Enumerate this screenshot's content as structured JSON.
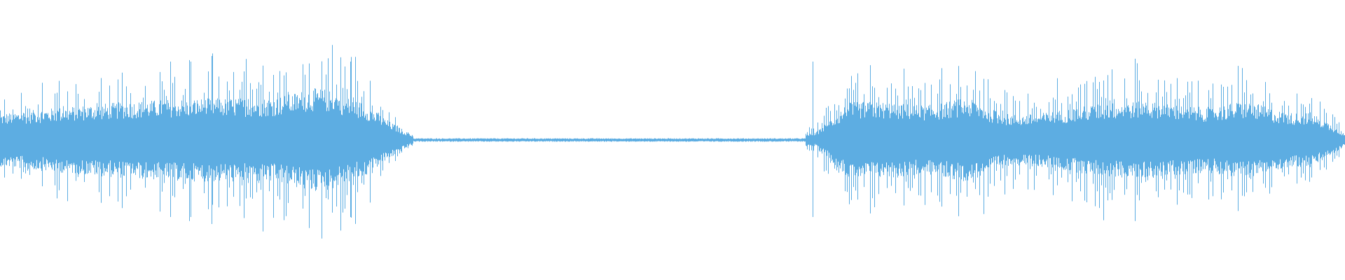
{
  "waveform": {
    "color": "#5dade2",
    "background": "#ffffff",
    "segments": [
      {
        "kind": "speech",
        "from": 0.0,
        "to": 0.306
      },
      {
        "kind": "silence",
        "from": 0.306,
        "to": 0.6
      },
      {
        "kind": "speech",
        "from": 0.6,
        "to": 1.0
      }
    ]
  }
}
